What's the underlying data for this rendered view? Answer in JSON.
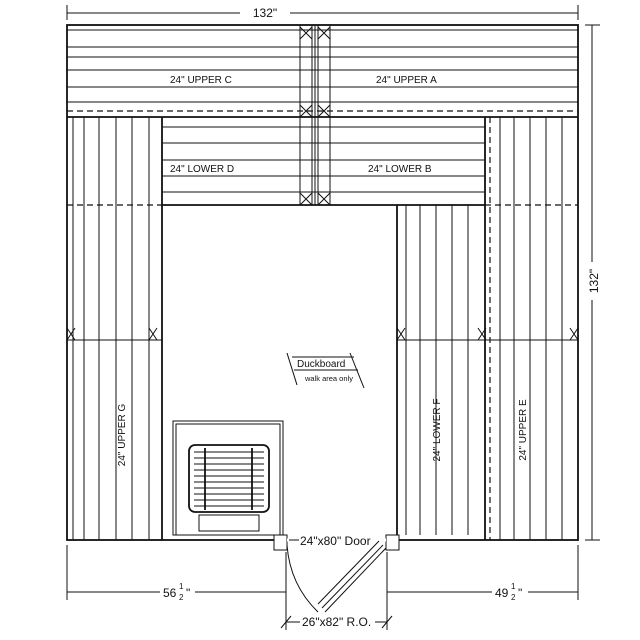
{
  "dimensions": {
    "overall_width": "132\"",
    "overall_depth": "132\"",
    "left_offset_whole": "56",
    "left_offset_fraction_num": "1",
    "left_offset_fraction_den": "2",
    "right_offset_whole": "49",
    "right_offset_fraction_num": "1",
    "right_offset_fraction_den": "2",
    "rough_opening": "26\"x82\" R.O.",
    "door": "24\"x80\" Door"
  },
  "benches": {
    "upper_a": "24\" UPPER A",
    "upper_c": "24\" UPPER C",
    "lower_b": "24\" LOWER B",
    "lower_d": "24\" LOWER D",
    "upper_e": "24\" UPPER E",
    "lower_f": "24\" LOWER F",
    "upper_g": "24\" UPPER G"
  },
  "duckboard": {
    "title": "Duckboard",
    "note": "walk area only"
  }
}
